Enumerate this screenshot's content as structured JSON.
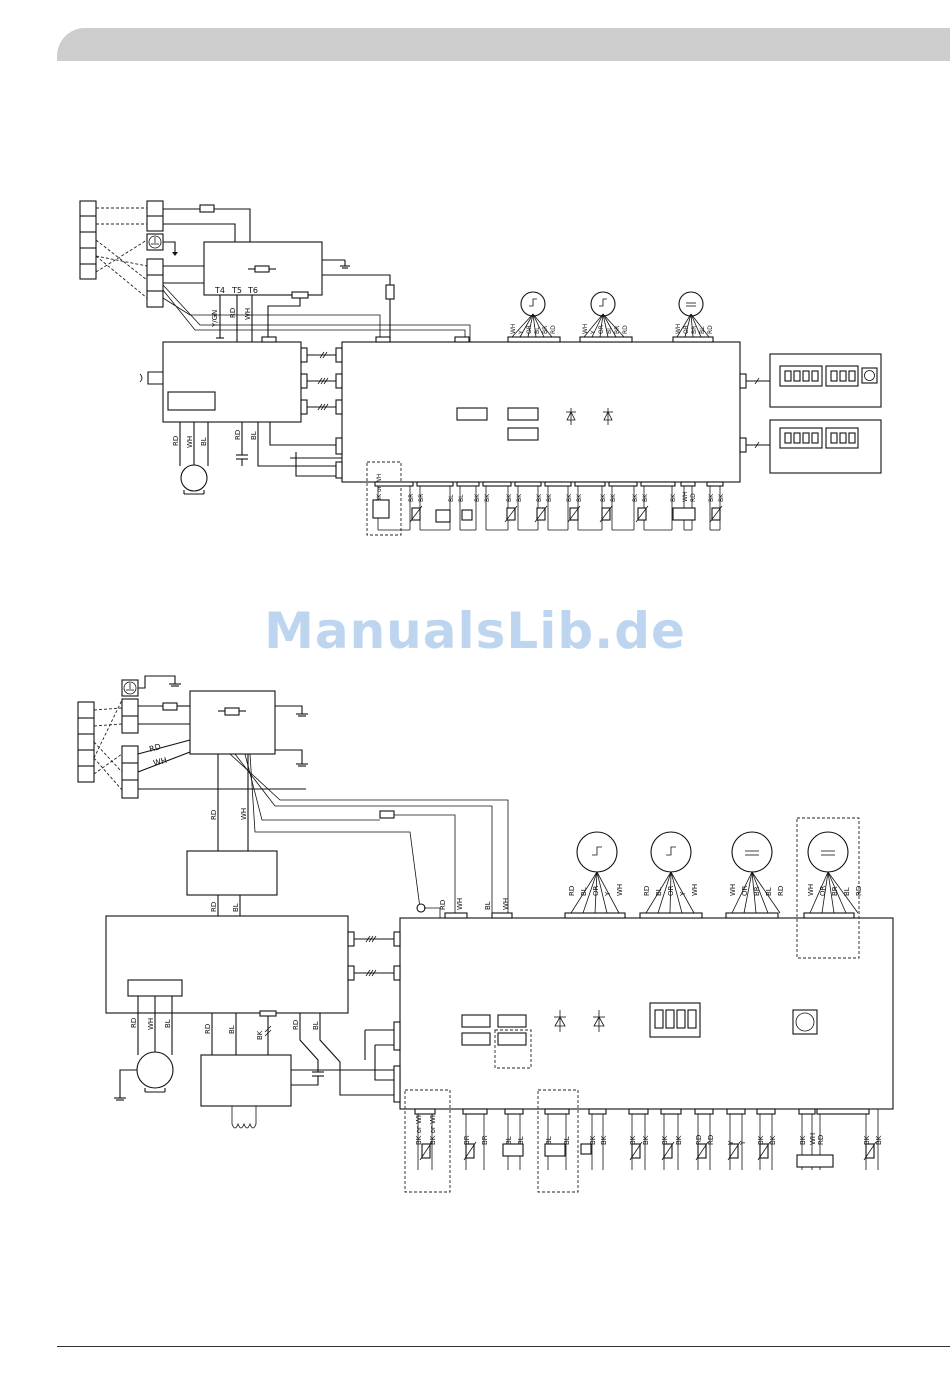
{
  "watermark": "ManualsLib.de",
  "diagram1": {
    "terminal_labels": [
      "T4",
      "T5",
      "T6"
    ],
    "ctrl_wire_labels": [
      "Y/GN",
      "RD",
      "WH"
    ],
    "fan_wire_labels": [
      "RD",
      "WH",
      "BL"
    ],
    "cap_wire_labels": [
      "RD",
      "BL"
    ],
    "valve_wires": [
      [
        "WH",
        "Y",
        "OR",
        "BL",
        "BR",
        "RD"
      ],
      [
        "WH",
        "Y",
        "OR",
        "BL",
        "BR",
        "RD"
      ],
      [
        "WH",
        "OR",
        "BR",
        "BL",
        "RD"
      ]
    ],
    "bottom_wires": [
      "BK or WH",
      "BR",
      "BR",
      "BL",
      "BL",
      "BK",
      "BK",
      "BK",
      "BK",
      "BK",
      "BK",
      "BK",
      "BK",
      "BK",
      "BK",
      "BK",
      "BK",
      "BK",
      "WH",
      "RD",
      "BK",
      "BK"
    ]
  },
  "diagram2": {
    "supply_wire_labels": [
      "RD",
      "WH"
    ],
    "vertical_wire_labels": [
      "RD",
      "WH"
    ],
    "board_wire_labels": [
      "RD",
      "BL"
    ],
    "top_conn_labels": [
      "RD",
      "WH",
      "BL",
      "WH"
    ],
    "fan_wire_labels": [
      "RD",
      "WH",
      "BL"
    ],
    "comp_wire_labels": [
      "RD",
      "BL",
      "BK",
      "RD",
      "BL"
    ],
    "valve_wires": [
      [
        "RD",
        "BL",
        "OR",
        "Y",
        "WH"
      ],
      [
        "RD",
        "BL",
        "OR",
        "Y",
        "WH"
      ],
      [
        "WH",
        "OR",
        "BR",
        "BL",
        "RD"
      ],
      [
        "WH",
        "OR",
        "BR",
        "BL",
        "RD"
      ]
    ],
    "bottom_wires": [
      "BK or WH",
      "BK or WH",
      "BR",
      "BR",
      "BL",
      "BL",
      "BL",
      "BL",
      "BK",
      "BK",
      "BK",
      "BK",
      "BK",
      "BK",
      "RD",
      "RD",
      "Y",
      "Y",
      "BK",
      "BK",
      "BK",
      "WH",
      "RD",
      "BK",
      "BK"
    ]
  }
}
